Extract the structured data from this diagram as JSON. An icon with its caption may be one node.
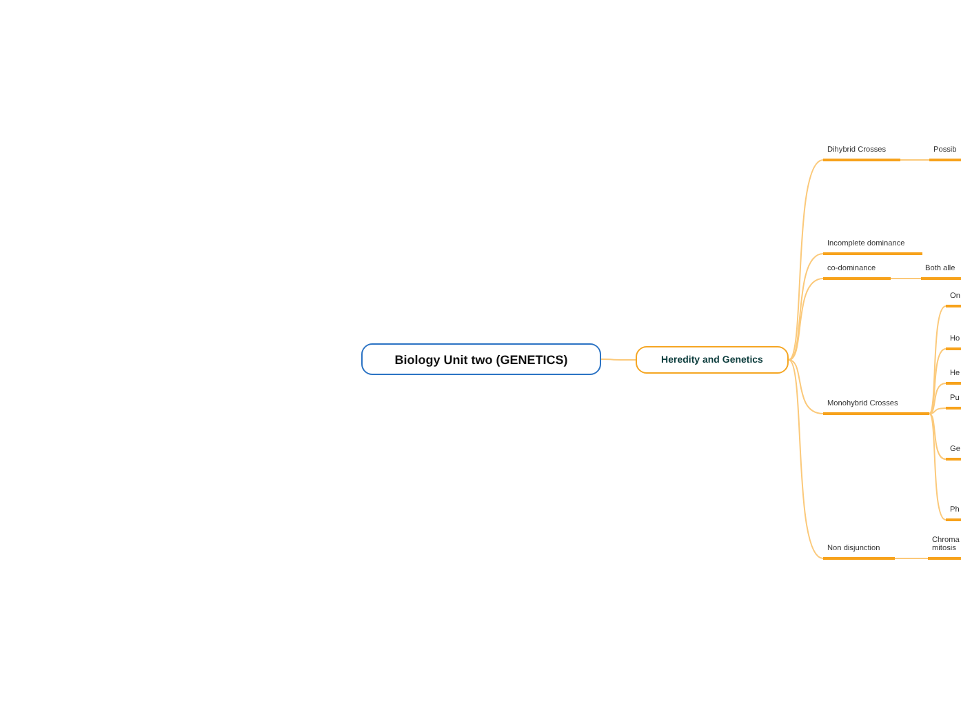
{
  "diagram": {
    "nodes": [
      {
        "text": [
          "Biology Unit two (GENETICS)"
        ]
      },
      {
        "text": [
          "Heredity and Genetics"
        ]
      },
      {
        "text": [
          "Dihybrid Crosses"
        ]
      },
      {
        "text": [
          "Incomplete dominance"
        ]
      },
      {
        "text": [
          "co-dominance"
        ]
      },
      {
        "text": [
          "Monohybrid Crosses"
        ]
      },
      {
        "text": [
          "Non disjunction"
        ]
      },
      {
        "text": [
          "Possib"
        ]
      },
      {
        "text": [
          "Both alle"
        ]
      },
      {
        "text": [
          "On"
        ]
      },
      {
        "text": [
          "Ho"
        ]
      },
      {
        "text": [
          "He"
        ]
      },
      {
        "text": [
          "Pu"
        ]
      },
      {
        "text": [
          "Ge"
        ]
      },
      {
        "text": [
          "Ph"
        ]
      },
      {
        "text": [
          "Chroma mitosis"
        ]
      }
    ],
    "edges": [
      {
        "from": 0,
        "to": 1,
        "arrow": "none"
      },
      {
        "from": 1,
        "to": 2,
        "arrow": "none"
      },
      {
        "from": 1,
        "to": 3,
        "arrow": "none"
      },
      {
        "from": 1,
        "to": 4,
        "arrow": "none"
      },
      {
        "from": 1,
        "to": 5,
        "arrow": "none"
      },
      {
        "from": 1,
        "to": 6,
        "arrow": "none"
      },
      {
        "from": 2,
        "to": 7,
        "arrow": "none"
      },
      {
        "from": 4,
        "to": 8,
        "arrow": "none"
      },
      {
        "from": 5,
        "to": 9,
        "arrow": "none"
      },
      {
        "from": 5,
        "to": 10,
        "arrow": "none"
      },
      {
        "from": 5,
        "to": 11,
        "arrow": "none"
      },
      {
        "from": 5,
        "to": 12,
        "arrow": "none"
      },
      {
        "from": 5,
        "to": 13,
        "arrow": "none"
      },
      {
        "from": 5,
        "to": 14,
        "arrow": "none"
      },
      {
        "from": 6,
        "to": 15,
        "arrow": "none"
      }
    ]
  }
}
